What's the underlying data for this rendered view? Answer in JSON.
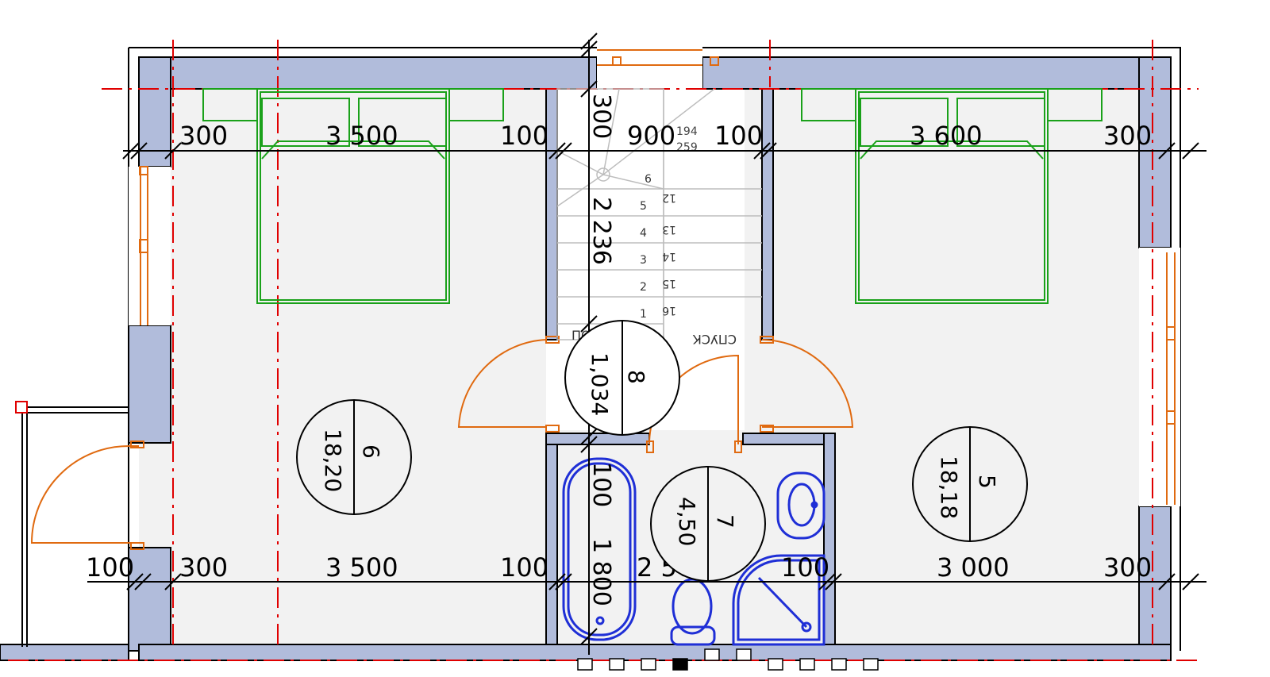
{
  "colors": {
    "wall": "#b1bcdb",
    "wall_stroke": "#000000",
    "floor": "#f2f2f2",
    "axis": "#e00000",
    "door": "#e06a10",
    "furniture": "#1aa11a",
    "plumbing": "#1f2fd6"
  },
  "dimensions": {
    "top_row": [
      "300",
      "3 500",
      "100",
      "900",
      "100",
      "3 600",
      "300"
    ],
    "bottom_row": [
      "100",
      "300",
      "3 500",
      "100",
      "2 500",
      "100",
      "3 000",
      "300"
    ],
    "vertical": [
      "300",
      "2 236",
      "100",
      "1 800"
    ]
  },
  "stair": {
    "up_label": "ПОДЪЕМ",
    "down_label": "СПУСК",
    "steps_left": [
      "1",
      "2",
      "3",
      "4",
      "5",
      "6"
    ],
    "steps_right": [
      "16",
      "15",
      "14",
      "13",
      "12"
    ],
    "note_a": "194",
    "note_b": "259"
  },
  "rooms": [
    {
      "number": "6",
      "area": "18,20"
    },
    {
      "number": "8",
      "area": "1,034"
    },
    {
      "number": "7",
      "area": "4,50"
    },
    {
      "number": "5",
      "area": "18,18"
    }
  ]
}
